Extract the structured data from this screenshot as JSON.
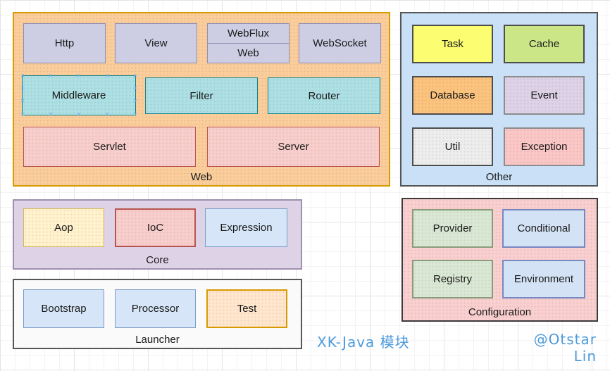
{
  "diagram_title": "XK-Java 模块",
  "credit": "@Otstar Lin",
  "icons": {
    "selection_handle": "✕"
  },
  "colors": {
    "title_text": "#4E9BDC",
    "selection_handle": "#6FB3E8",
    "web_fill": "#FACD9B",
    "web_border": "#D79B00",
    "other_fill": "#C9E0F7",
    "other_border": "#565656",
    "core_fill": "#DED3E6",
    "core_border": "#9C90AE",
    "launcher_fill": "#FAFAFA",
    "launcher_border": "#565656",
    "config_fill": "#F9CFCF",
    "config_border": "#3A3A3A"
  },
  "groups": {
    "web": {
      "label": "Web",
      "boxes": {
        "http": "Http",
        "view": "View",
        "webflux": "WebFlux",
        "web": "Web",
        "websocket": "WebSocket",
        "middleware": "Middleware",
        "filter": "Filter",
        "router": "Router",
        "servlet": "Servlet",
        "server": "Server"
      }
    },
    "other": {
      "label": "Other",
      "boxes": {
        "task": "Task",
        "cache": "Cache",
        "database": "Database",
        "event": "Event",
        "util": "Util",
        "exception": "Exception"
      }
    },
    "core": {
      "label": "Core",
      "boxes": {
        "aop": "Aop",
        "ioc": "IoC",
        "expression": "Expression"
      }
    },
    "launcher": {
      "label": "Launcher",
      "boxes": {
        "bootstrap": "Bootstrap",
        "processor": "Processor",
        "test": "Test"
      }
    },
    "configuration": {
      "label": "Configuration",
      "boxes": {
        "provider": "Provider",
        "conditional": "Conditional",
        "registry": "Registry",
        "environment": "Environment"
      }
    }
  },
  "selection": {
    "selected_module": "Middleware"
  }
}
